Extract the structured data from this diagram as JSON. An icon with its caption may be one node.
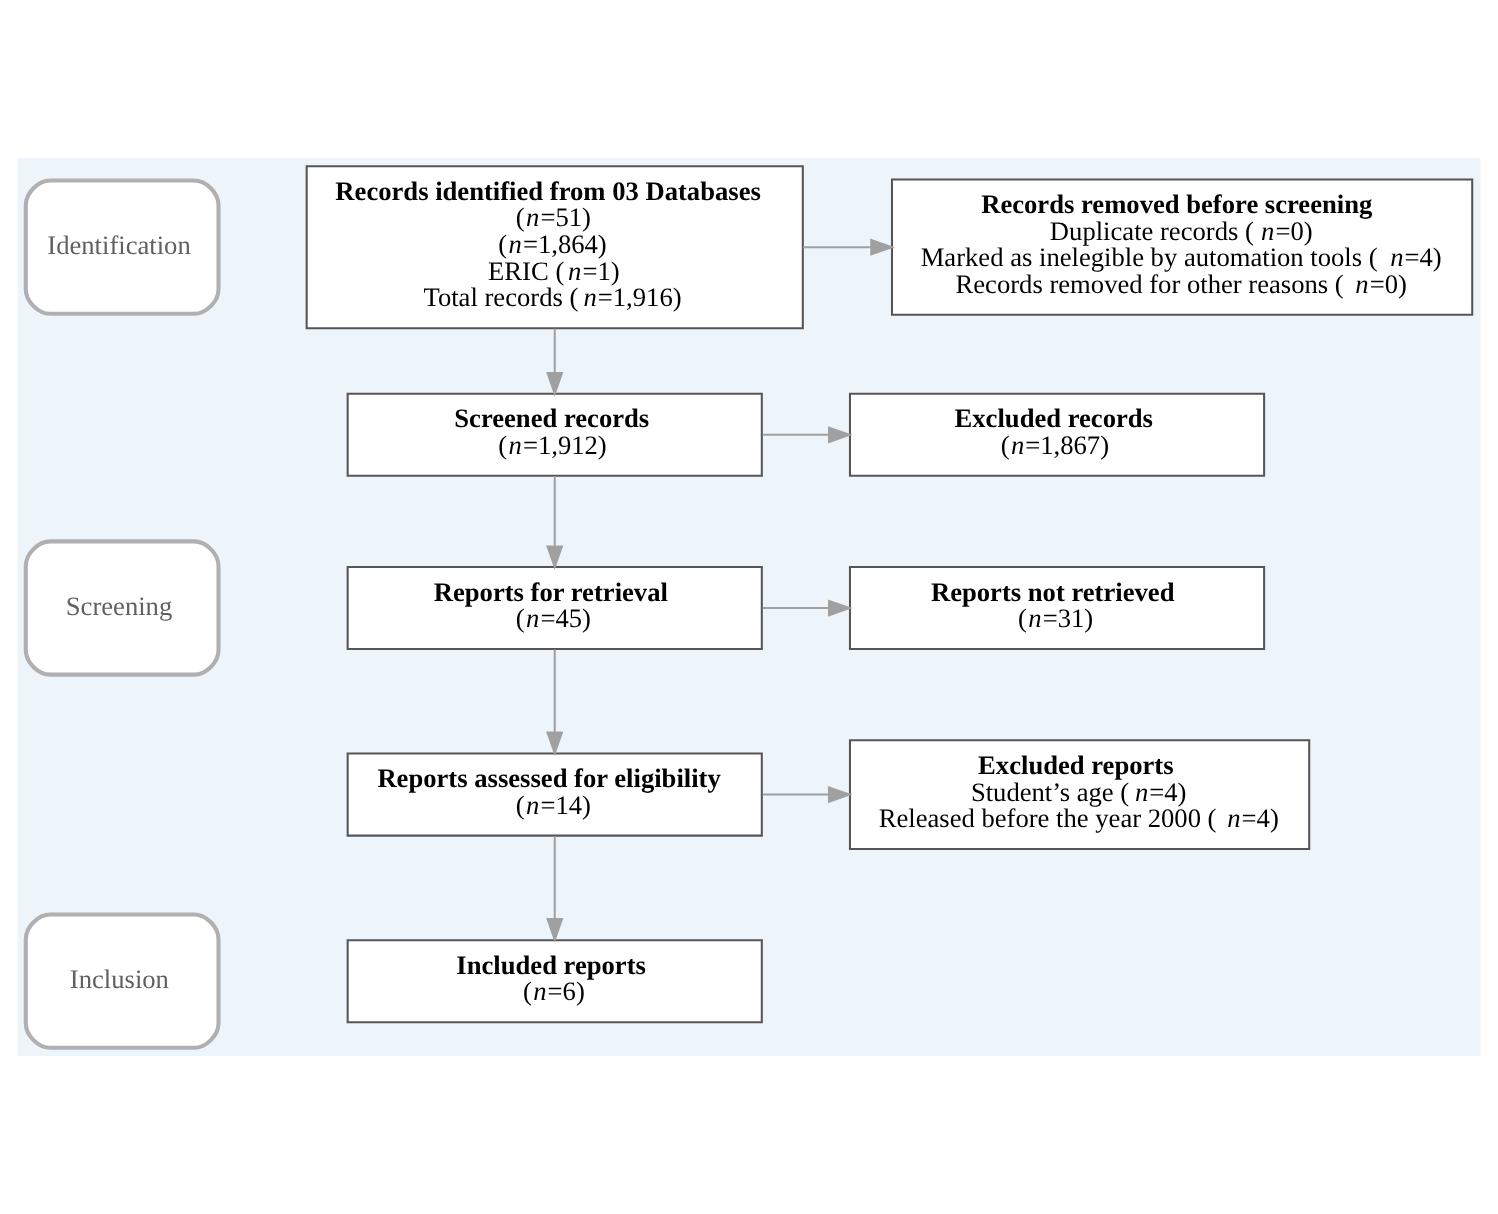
{
  "diagram": {
    "nodes": [
      {
        "text": [
          "Identification"
        ]
      },
      {
        "text": [
          "Records identified from 03 Databases",
          "(*n*=51)",
          "(*n*=1,864)",
          "ERIC (*n*=1)",
          "Total records (*n*=1,916)"
        ]
      },
      {
        "text": [
          "Records removed before screening",
          "Duplicate records (*n*=0)",
          "Marked as inelegible by automation tools (*n*=4)",
          "Records removed for other reasons (*n*=0)"
        ]
      },
      {
        "text": [
          "Screening"
        ]
      },
      {
        "text": [
          "Screened records",
          "(*n*=1,912)"
        ]
      },
      {
        "text": [
          "Excluded records",
          "(*n*=1,867)"
        ]
      },
      {
        "text": [
          "Reports for retrieval",
          "(*n*=45)"
        ]
      },
      {
        "text": [
          "Reports not retrieved",
          "(*n*=31)"
        ]
      },
      {
        "text": [
          "Reports assessed for eligibility",
          "(*n*=14)"
        ]
      },
      {
        "text": [
          "Excluded reports",
          "Student’s age (*n*=4)",
          "Released before the year 2000 (*n*=4)"
        ]
      },
      {
        "text": [
          "Inclusion"
        ]
      },
      {
        "text": [
          "Included reports",
          "(*n*=6)"
        ]
      }
    ],
    "edges": [
      {
        "from": 1,
        "to": 2,
        "arrow": "to"
      },
      {
        "from": 1,
        "to": 4,
        "arrow": "to"
      },
      {
        "from": 4,
        "to": 5,
        "arrow": "to"
      },
      {
        "from": 4,
        "to": 6,
        "arrow": "to"
      },
      {
        "from": 6,
        "to": 7,
        "arrow": "to"
      },
      {
        "from": 6,
        "to": 8,
        "arrow": "to"
      },
      {
        "from": 8,
        "to": 9,
        "arrow": "to"
      },
      {
        "from": 8,
        "to": 11,
        "arrow": "to"
      }
    ]
  }
}
